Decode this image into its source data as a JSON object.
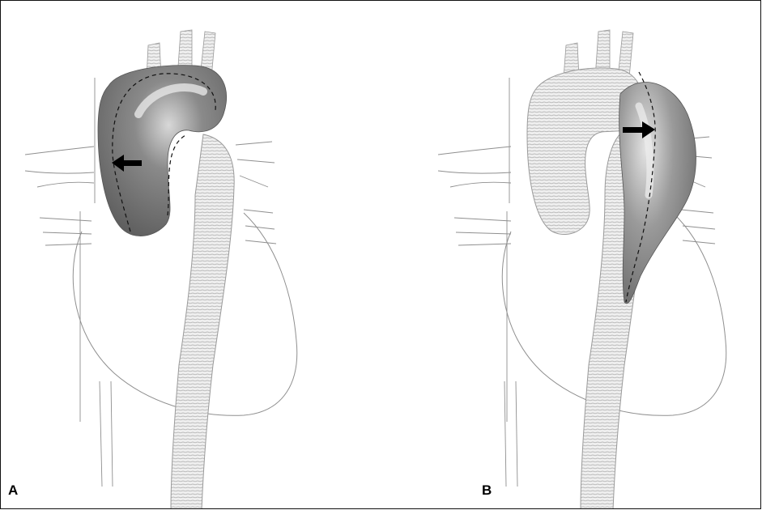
{
  "figure": {
    "panels": [
      {
        "label": "A",
        "highlight": "ascending-aorta-and-arch",
        "shade_color": "#6f6f6f",
        "arrow_direction": "left"
      },
      {
        "label": "B",
        "highlight": "descending-thoracic-aorta",
        "shade_color": "#8a8a8a",
        "arrow_direction": "right"
      }
    ],
    "colors": {
      "vessel_fill": "#ececec",
      "vessel_stroke": "#9a9a9a",
      "outline": "#8f8f8f",
      "arrow": "#000000"
    }
  }
}
